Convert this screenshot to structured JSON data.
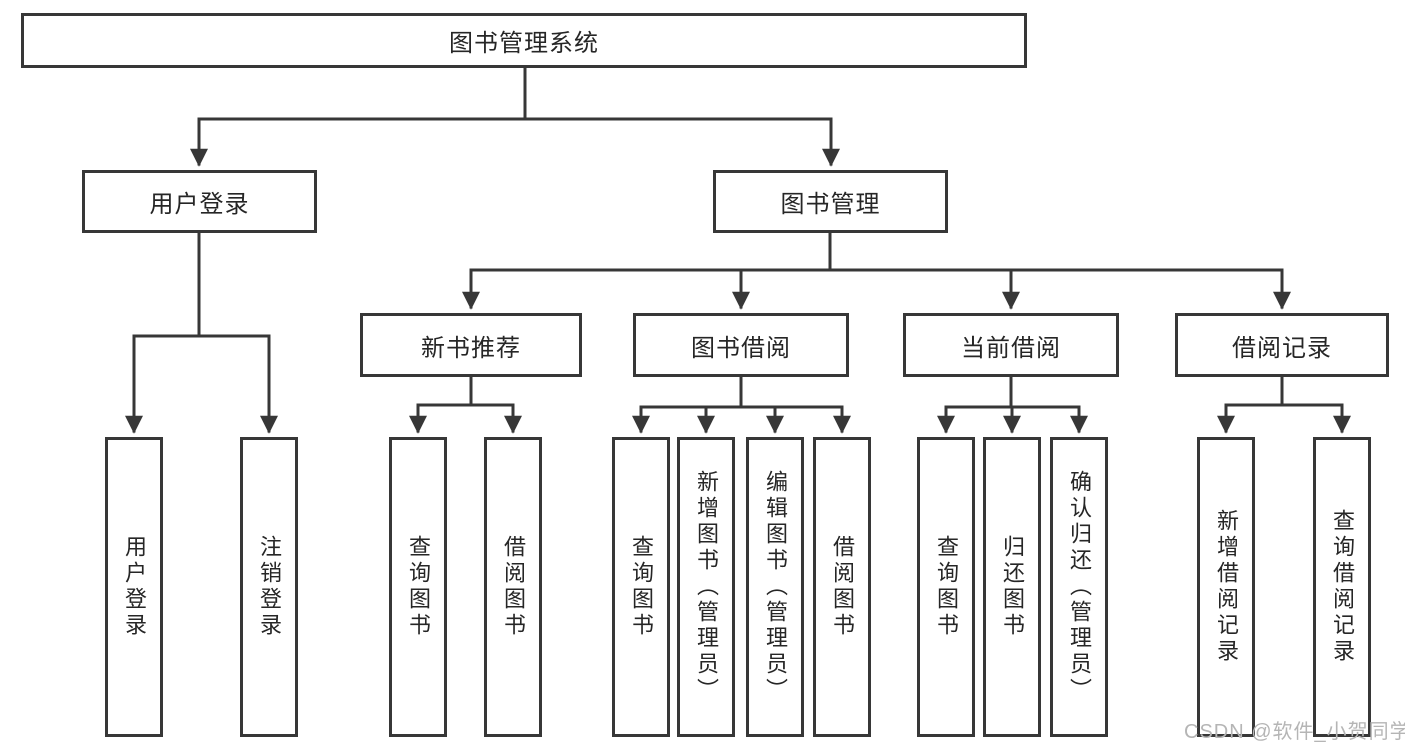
{
  "tree": {
    "label": "图书管理系统",
    "children": [
      {
        "label": "用户登录",
        "children": [
          {
            "label": "用户登录"
          },
          {
            "label": "注销登录"
          }
        ]
      },
      {
        "label": "图书管理",
        "children": [
          {
            "label": "新书推荐",
            "children": [
              {
                "label": "查询图书"
              },
              {
                "label": "借阅图书"
              }
            ]
          },
          {
            "label": "图书借阅",
            "children": [
              {
                "label": "查询图书"
              },
              {
                "label": "新增图书（管理员）"
              },
              {
                "label": "编辑图书（管理员）"
              },
              {
                "label": "借阅图书"
              }
            ]
          },
          {
            "label": "当前借阅",
            "children": [
              {
                "label": "查询图书"
              },
              {
                "label": "归还图书"
              },
              {
                "label": "确认归还（管理员）"
              }
            ]
          },
          {
            "label": "借阅记录",
            "children": [
              {
                "label": "新增借阅记录"
              },
              {
                "label": "查询借阅记录"
              }
            ]
          }
        ]
      }
    ]
  },
  "watermark": {
    "text": "CSDN @软件_小贺同学"
  },
  "colors": {
    "line": "#373737",
    "text": "#262626",
    "background": "#ffffff",
    "watermark": "#b5b5b5"
  }
}
